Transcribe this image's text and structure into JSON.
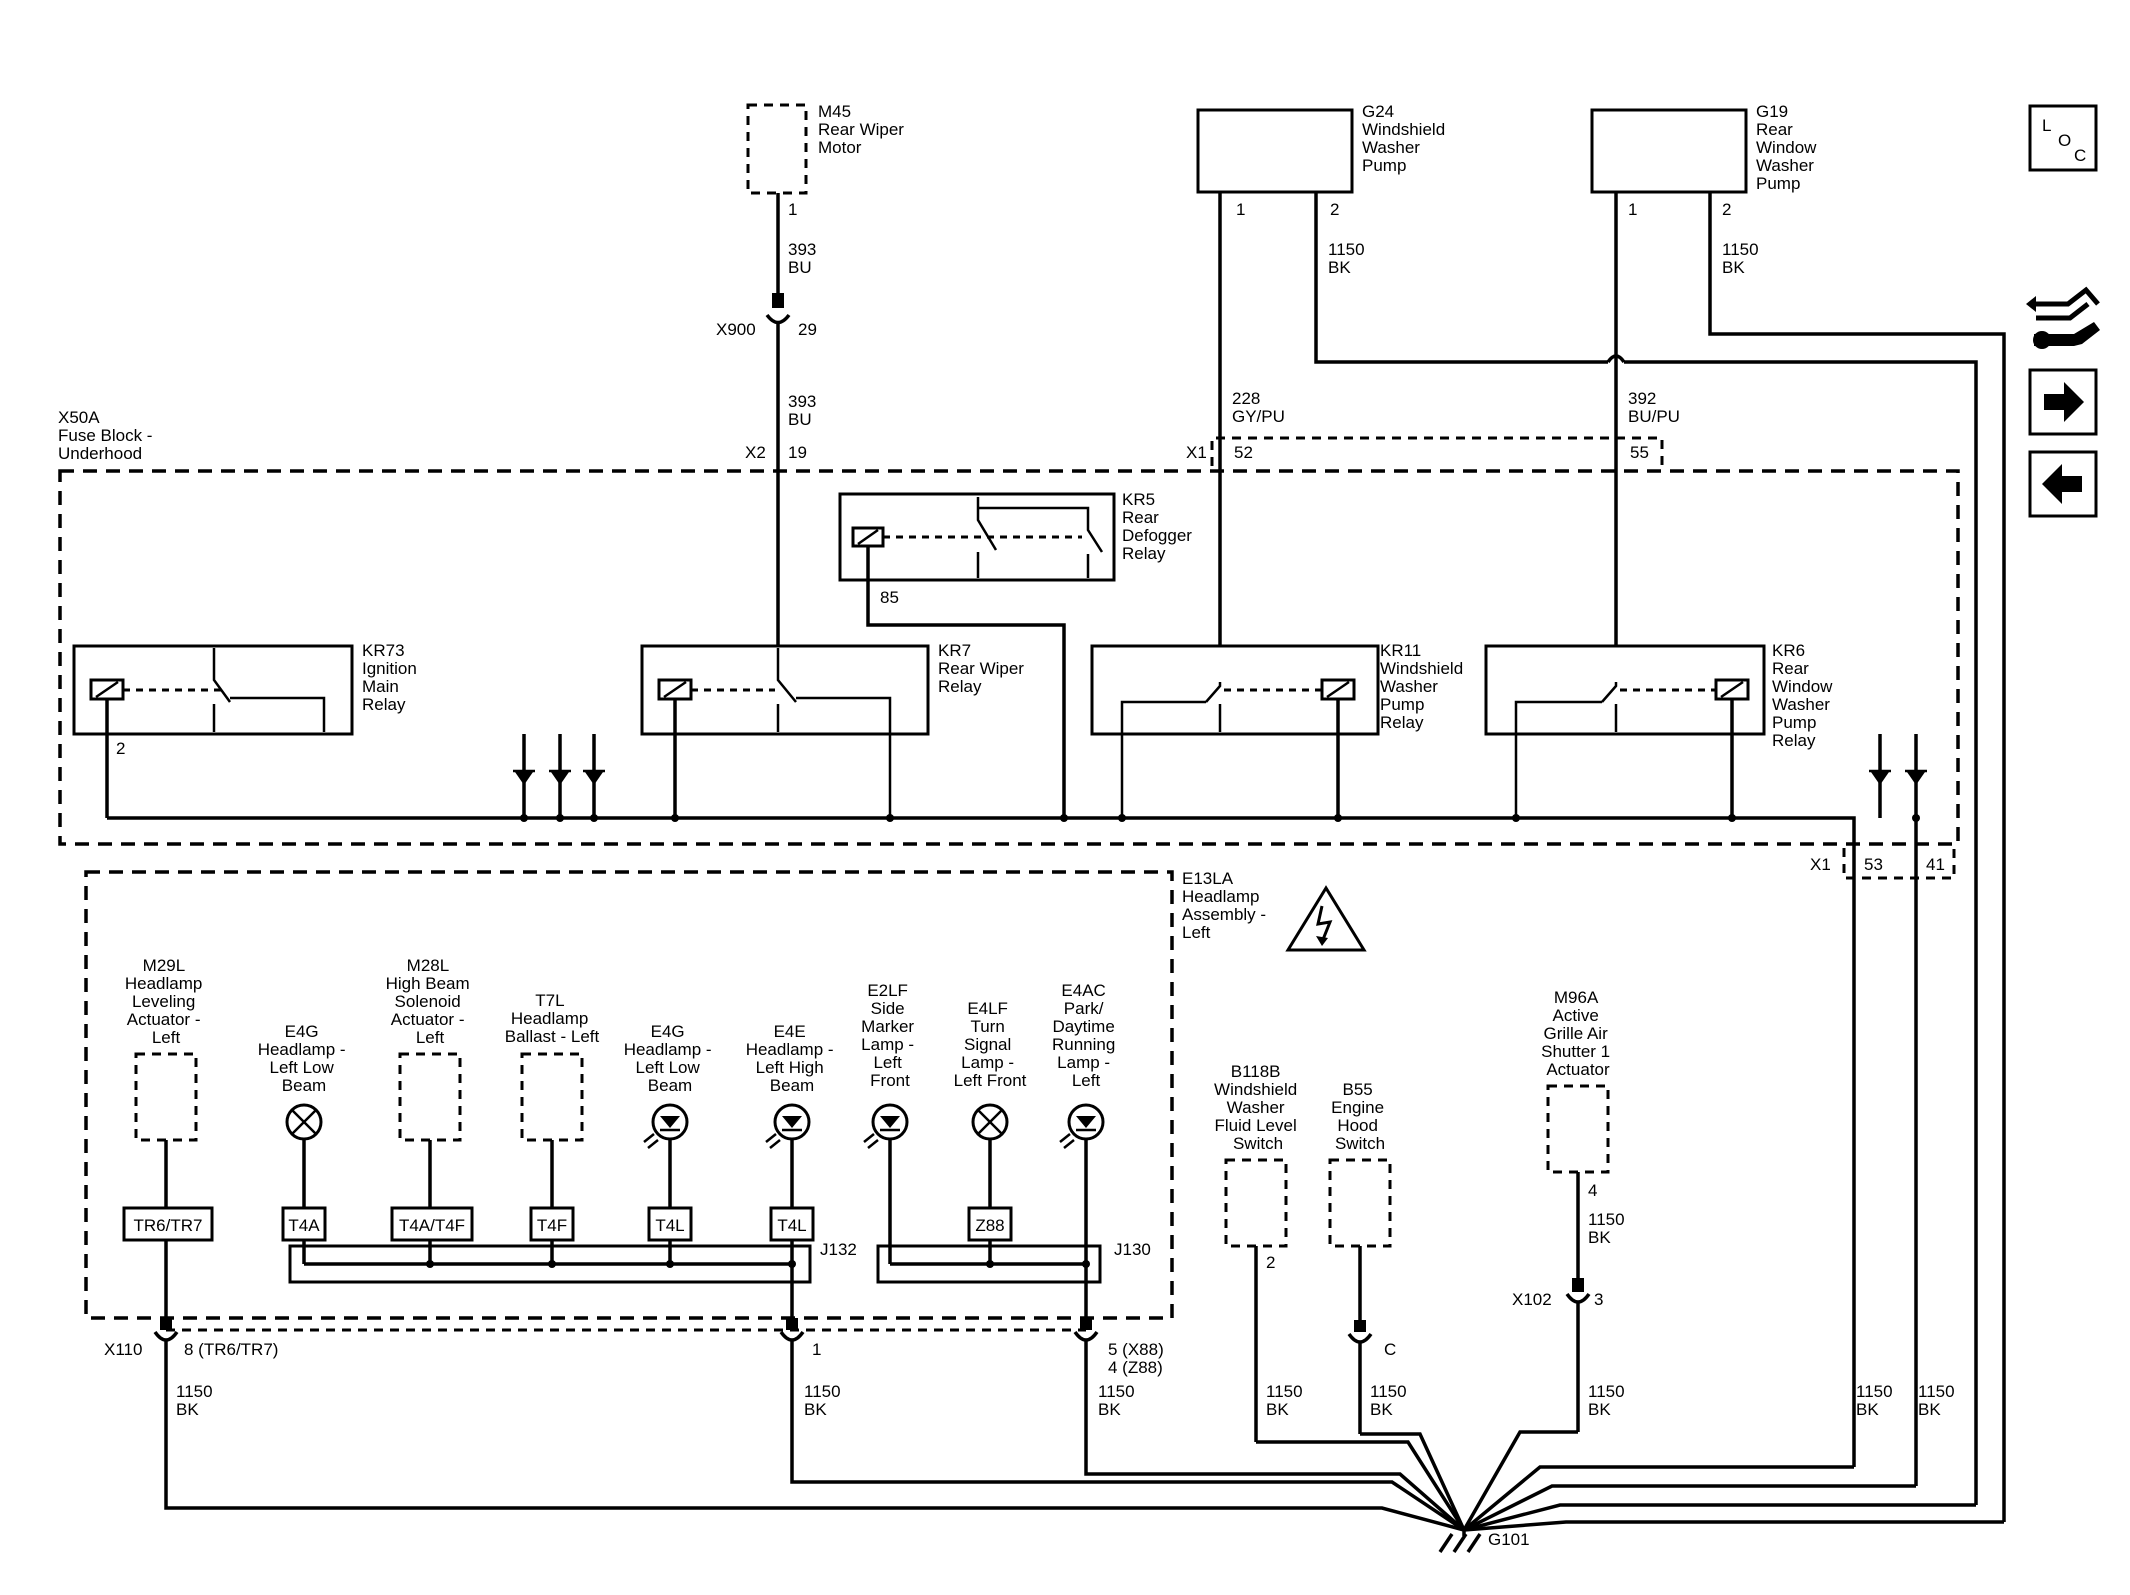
{
  "components": {
    "M45": [
      "M45",
      "Rear Wiper",
      "Motor"
    ],
    "G24": [
      "G24",
      "Windshield",
      "Washer",
      "Pump"
    ],
    "G19": [
      "G19",
      "Rear",
      "Window",
      "Washer",
      "Pump"
    ],
    "X50A": [
      "X50A",
      "Fuse Block -",
      "Underhood"
    ],
    "KR5": [
      "KR5",
      "Rear",
      "Defogger",
      "Relay"
    ],
    "KR73": [
      "KR73",
      "Ignition",
      "Main",
      "Relay"
    ],
    "KR7": [
      "KR7",
      "Rear Wiper",
      "Relay"
    ],
    "KR11": [
      "KR11",
      "Windshield",
      "Washer",
      "Pump",
      "Relay"
    ],
    "KR6": [
      "KR6",
      "Rear",
      "Window",
      "Washer",
      "Pump",
      "Relay"
    ],
    "E13LA": [
      "E13LA",
      "Headlamp",
      "Assembly -",
      "Left"
    ],
    "M29L": [
      "M29L",
      "Headlamp",
      "Leveling",
      "Actuator -",
      "Left"
    ],
    "E4G_low": [
      "E4G",
      "Headlamp -",
      "Left Low",
      "Beam"
    ],
    "M28L": [
      "M28L",
      "High Beam",
      "Solenoid",
      "Actuator -",
      "Left"
    ],
    "T7L": [
      "T7L",
      "Headlamp",
      "Ballast - Left"
    ],
    "E4G_led": [
      "E4G",
      "Headlamp -",
      "Left Low",
      "Beam"
    ],
    "E4E": [
      "E4E",
      "Headlamp -",
      "Left High",
      "Beam"
    ],
    "E2LF": [
      "E2LF",
      "Side",
      "Marker",
      "Lamp -",
      "Left",
      "Front"
    ],
    "E4LF": [
      "E4LF",
      "Turn",
      "Signal",
      "Lamp -",
      "Left Front"
    ],
    "E4AC": [
      "E4AC",
      "Park/",
      "Daytime",
      "Running",
      "Lamp -",
      "Left"
    ],
    "B118B": [
      "B118B",
      "Windshield",
      "Washer",
      "Fluid Level",
      "Switch"
    ],
    "B55": [
      "B55",
      "Engine",
      "Hood",
      "Switch"
    ],
    "M96A": [
      "M96A",
      "Active",
      "Grille Air",
      "Shutter 1",
      "Actuator"
    ]
  },
  "wires": {
    "m45_393_a": [
      "393",
      "BU"
    ],
    "m45_393_b": [
      "393",
      "BU"
    ],
    "g24_1150": [
      "1150",
      "BK"
    ],
    "g19_1150": [
      "1150",
      "BK"
    ],
    "w228": [
      "228",
      "GY/PU"
    ],
    "w392": [
      "392",
      "BU/PU"
    ],
    "x110_1150": [
      "1150",
      "BK"
    ],
    "j132_1150": [
      "1150",
      "BK"
    ],
    "j130_1150": [
      "1150",
      "BK"
    ],
    "b118b_1150": [
      "1150",
      "BK"
    ],
    "b55_1150": [
      "1150",
      "BK"
    ],
    "m96a_1150_top": [
      "1150",
      "BK"
    ],
    "m96a_1150_bot": [
      "1150",
      "BK"
    ],
    "x1_53_1150": [
      "1150",
      "BK"
    ],
    "x1_41_1150": [
      "1150",
      "BK"
    ]
  },
  "pins": {
    "m45_1": "1",
    "g24_1": "1",
    "g24_2": "2",
    "g19_1": "1",
    "g19_2": "2",
    "x900": "X900",
    "x900_pin": "29",
    "x2": "X2",
    "x2_pin": "19",
    "x1_top": "X1",
    "x1_52": "52",
    "x1_55": "55",
    "kr5_85": "85",
    "kr73_2": "2",
    "x1_bot": "X1",
    "x1_53": "53",
    "x1_41": "41",
    "x110": "X110",
    "x110_pin": "8 (TR6/TR7)",
    "j132_pin": "1",
    "j130_pin_a": "5 (X88)",
    "j130_pin_b": "4 (Z88)",
    "b118b_2": "2",
    "b55_c": "C",
    "m96a_4": "4",
    "x102": "X102",
    "x102_pin": "3"
  },
  "options": {
    "tr6": "TR6/TR7",
    "t4a": "T4A",
    "t4af": "T4A/T4F",
    "t4f": "T4F",
    "t4l_a": "T4L",
    "t4l_b": "T4L",
    "z88": "Z88"
  },
  "splices": {
    "j132": "J132",
    "j130": "J130"
  },
  "ground": "G101",
  "loc": [
    "L",
    "O",
    "C"
  ]
}
